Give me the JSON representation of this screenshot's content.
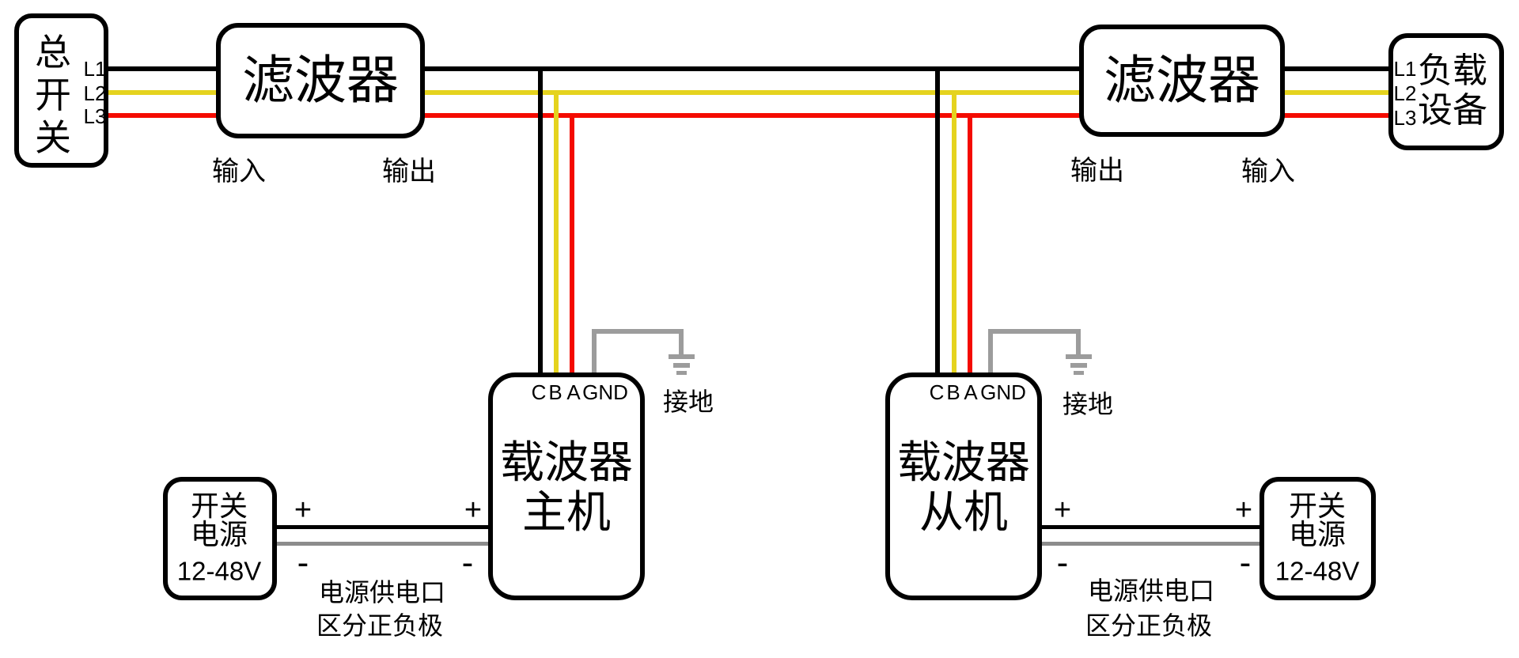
{
  "colors": {
    "black": "#000000",
    "yellow": "#e5d31e",
    "red": "#f40b00",
    "gray_minus": "#8c8c8c",
    "gray_ground": "#9c9c9c"
  },
  "main_switch": {
    "chars": [
      "总",
      "开",
      "关"
    ],
    "terminals": [
      "L1",
      "L2",
      "L3"
    ]
  },
  "filter_left": {
    "title": "滤波器",
    "bottom_left_label": "输入",
    "bottom_right_label": "输出"
  },
  "filter_right": {
    "title": "滤波器",
    "bottom_left_label": "输出",
    "bottom_right_label": "输入"
  },
  "load_device": {
    "terminals": [
      "L1",
      "L2",
      "L3"
    ],
    "name_lines": [
      "负载",
      "设备"
    ]
  },
  "carrier_master": {
    "terminals": [
      "C",
      "B",
      "A",
      "GND"
    ],
    "name_lines": [
      "载波器",
      "主机"
    ],
    "ground_label": "接地"
  },
  "carrier_slave": {
    "terminals": [
      "C",
      "B",
      "A",
      "GND"
    ],
    "name_lines": [
      "载波器",
      "从机"
    ],
    "ground_label": "接地"
  },
  "power_supply": {
    "name_lines": [
      "开关",
      "电源",
      "12-48V"
    ],
    "plus": "+",
    "minus": "-"
  },
  "power_note_lines": [
    "电源供电口",
    "区分正负极"
  ]
}
